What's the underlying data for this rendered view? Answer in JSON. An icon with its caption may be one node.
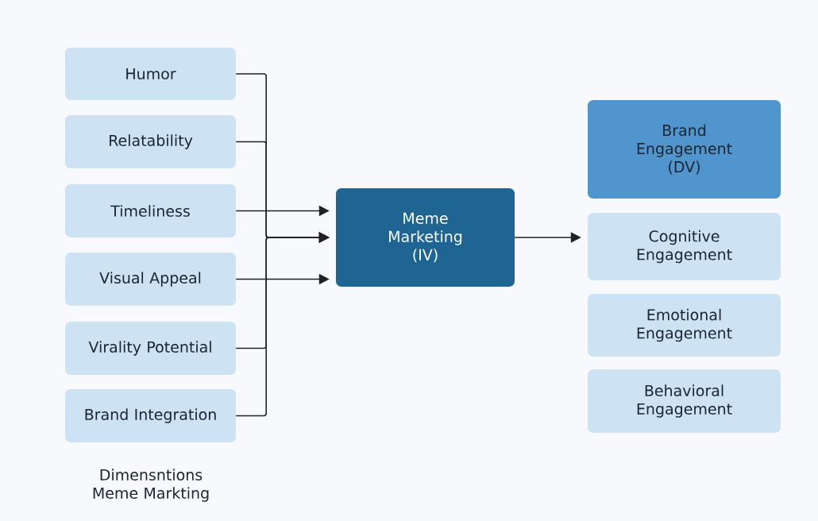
{
  "diagram": {
    "nodes": [
      {
        "text": [
          "Humor"
        ]
      },
      {
        "text": [
          "Relatability"
        ]
      },
      {
        "text": [
          "Timeliness"
        ]
      },
      {
        "text": [
          "Visual Appeal"
        ]
      },
      {
        "text": [
          "Virality Potential"
        ]
      },
      {
        "text": [
          "Brand Integration"
        ]
      },
      {
        "text": [
          "Meme Marketing (IV)"
        ]
      },
      {
        "text": [
          "Brand Engagement (DV)"
        ]
      },
      {
        "text": [
          "Cognitive Engagement"
        ]
      },
      {
        "text": [
          "Emotional Engagement"
        ]
      },
      {
        "text": [
          "Behavioral Engagement"
        ]
      }
    ],
    "edges": [
      {
        "from": 0,
        "to": 6,
        "arrow": "to"
      },
      {
        "from": 1,
        "to": 6,
        "arrow": "to"
      },
      {
        "from": 2,
        "to": 6,
        "arrow": "to"
      },
      {
        "from": 3,
        "to": 6,
        "arrow": "to"
      },
      {
        "from": 4,
        "to": 6,
        "arrow": "to"
      },
      {
        "from": 5,
        "to": 6,
        "arrow": "to"
      },
      {
        "from": 6,
        "to": 8,
        "arrow": "to"
      }
    ],
    "labels": [
      "Dimensntions Meme Markting"
    ]
  }
}
